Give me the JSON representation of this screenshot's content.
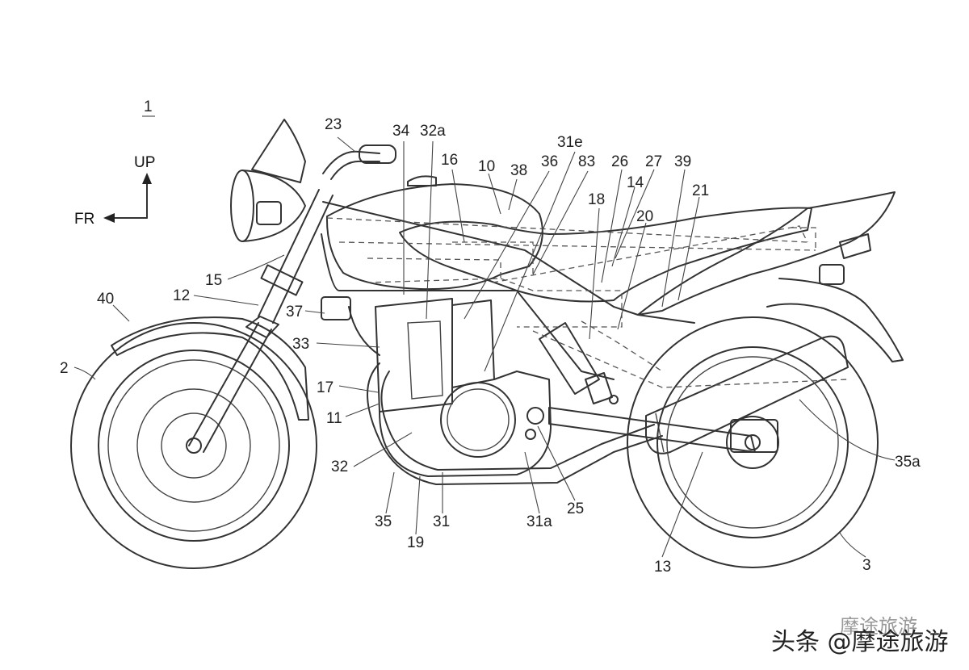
{
  "figure": {
    "figure_number": "1",
    "direction_up": "UP",
    "direction_front": "FR"
  },
  "callouts": [
    {
      "id": "c-23",
      "text": "23"
    },
    {
      "id": "c-34",
      "text": "34"
    },
    {
      "id": "c-32a",
      "text": "32a"
    },
    {
      "id": "c-31e",
      "text": "31e"
    },
    {
      "id": "c-16",
      "text": "16"
    },
    {
      "id": "c-10",
      "text": "10"
    },
    {
      "id": "c-38",
      "text": "38"
    },
    {
      "id": "c-36",
      "text": "36"
    },
    {
      "id": "c-83",
      "text": "83"
    },
    {
      "id": "c-26",
      "text": "26"
    },
    {
      "id": "c-27",
      "text": "27"
    },
    {
      "id": "c-39",
      "text": "39"
    },
    {
      "id": "c-14",
      "text": "14"
    },
    {
      "id": "c-18",
      "text": "18"
    },
    {
      "id": "c-21",
      "text": "21"
    },
    {
      "id": "c-20",
      "text": "20"
    },
    {
      "id": "c-15",
      "text": "15"
    },
    {
      "id": "c-40",
      "text": "40"
    },
    {
      "id": "c-12",
      "text": "12"
    },
    {
      "id": "c-37",
      "text": "37"
    },
    {
      "id": "c-33",
      "text": "33"
    },
    {
      "id": "c-2",
      "text": "2"
    },
    {
      "id": "c-17",
      "text": "17"
    },
    {
      "id": "c-11",
      "text": "11"
    },
    {
      "id": "c-32",
      "text": "32"
    },
    {
      "id": "c-35a",
      "text": "35a"
    },
    {
      "id": "c-35",
      "text": "35"
    },
    {
      "id": "c-31",
      "text": "31"
    },
    {
      "id": "c-31a",
      "text": "31a"
    },
    {
      "id": "c-25",
      "text": "25"
    },
    {
      "id": "c-19",
      "text": "19"
    },
    {
      "id": "c-13",
      "text": "13"
    },
    {
      "id": "c-3",
      "text": "3"
    }
  ],
  "watermark": {
    "text": "头条 @摩途旅游",
    "ghost_text": "摩途旅游"
  },
  "colors": {
    "line": "#333333",
    "background": "#ffffff"
  }
}
